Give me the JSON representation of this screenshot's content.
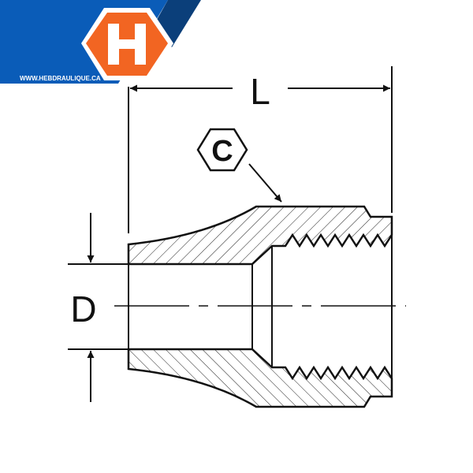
{
  "brand": {
    "logo_letter": "H",
    "website": "WWW.HEBDRAULIQUE.CA",
    "colors": {
      "blue": "#0a5cb8",
      "dark_blue": "#0b3f7a",
      "orange": "#f26522"
    }
  },
  "diagram": {
    "length_label": "L",
    "diameter_label": "D",
    "hex_label": "C"
  }
}
